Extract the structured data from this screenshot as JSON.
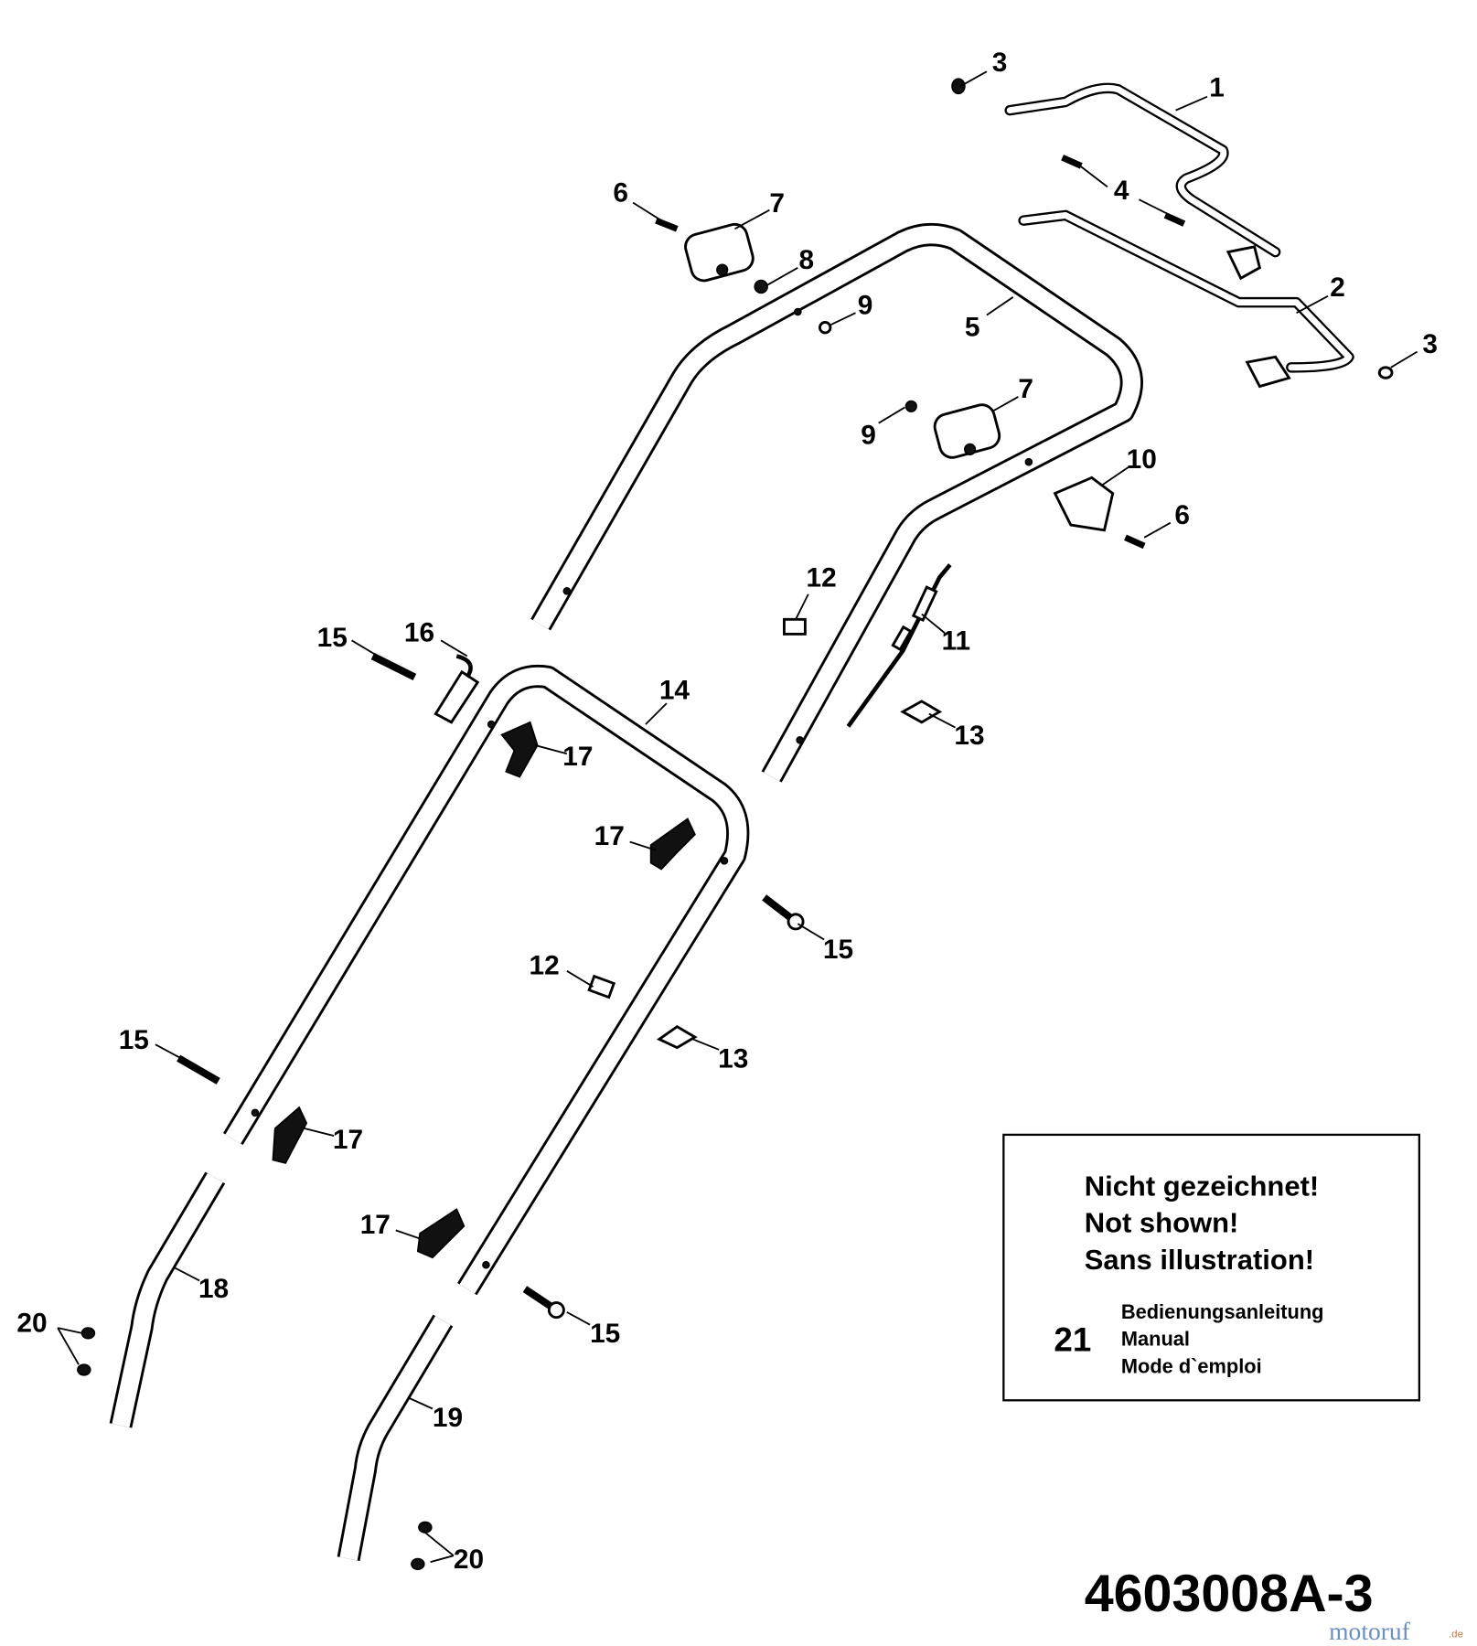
{
  "callouts": [
    "3",
    "1",
    "6",
    "7",
    "4",
    "8",
    "9",
    "5",
    "2",
    "3",
    "7",
    "9",
    "10",
    "6",
    "12",
    "15",
    "16",
    "11",
    "14",
    "13",
    "17",
    "17",
    "15",
    "12",
    "13",
    "15",
    "17",
    "18",
    "17",
    "20",
    "15",
    "19",
    "20"
  ],
  "note_box": {
    "line1": "Nicht gezeichnet!",
    "line2": "Not shown!",
    "line3": "Sans illustration!",
    "item_number": "21",
    "item_de": "Bedienungsanleitung",
    "item_en": "Manual",
    "item_fr": "Mode d`emploi"
  },
  "diagram_code": "4603008A-3",
  "watermark": {
    "name": "motoruf",
    "suffix": ".de"
  }
}
